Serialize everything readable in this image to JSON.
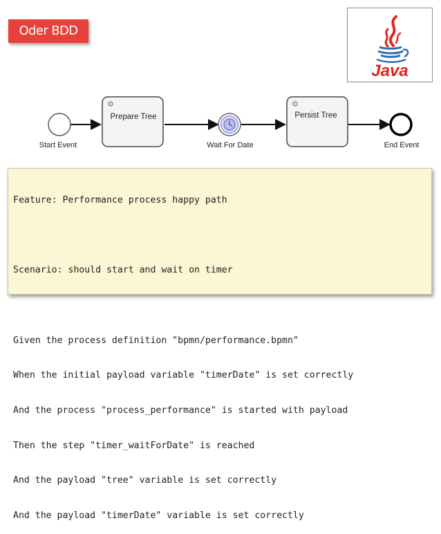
{
  "slide_tag": "Oder BDD",
  "logo": {
    "name": "java-logo",
    "text": "Java",
    "colors": {
      "cup": "#2a6db1",
      "steam": "#e1251b",
      "text": "#e1251b"
    }
  },
  "process": {
    "start_event": "Start Event",
    "task_prepare": "Prepare Tree",
    "timer_event": "Wait For Date",
    "task_persist": "Persist Tree",
    "end_event": "End Event"
  },
  "feature_file": {
    "lines": [
      "Feature: Performance process happy path",
      "",
      "Scenario: should start and wait on timer",
      "",
      "Given the process definition \"bpmn/performance.bpmn\"",
      "When the initial payload variable \"timerDate\" is set correctly",
      "And the process \"process_performance\" is started with payload",
      "Then the step \"timer_waitForDate\" is reached",
      "And the payload \"tree\" variable is set correctly",
      "And the payload \"timerDate\" variable is set correctly"
    ]
  },
  "colors": {
    "tag_background": "#e8403a",
    "note_background": "#fcf6d4",
    "timer_fill": "#b9bdf0"
  }
}
